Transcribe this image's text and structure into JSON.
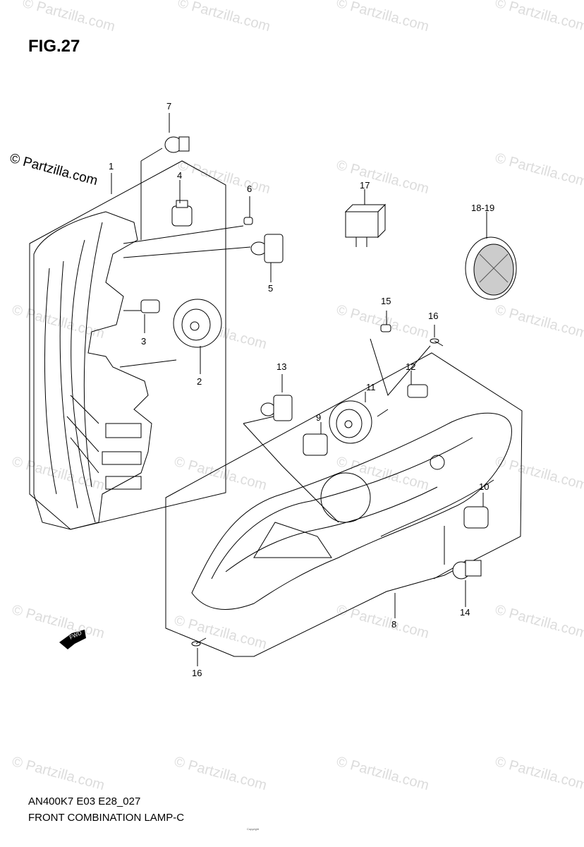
{
  "figure_title": "FIG.27",
  "diagram_code": "AN400K7 E03 E28_027",
  "diagram_name": "FRONT COMBINATION LAMP-C",
  "watermark_text": "© Partzilla.com",
  "fwd_label": "FWD",
  "copyright_text": "Copyright",
  "callouts": {
    "c1": "1",
    "c2": "2",
    "c3": "3",
    "c4": "4",
    "c5": "5",
    "c6": "6",
    "c7": "7",
    "c8": "8",
    "c9": "9",
    "c10": "10",
    "c11": "11",
    "c12": "12",
    "c13": "13",
    "c14": "14",
    "c15": "15",
    "c16a": "16",
    "c16b": "16",
    "c17": "17",
    "c18_19": "18-19"
  }
}
